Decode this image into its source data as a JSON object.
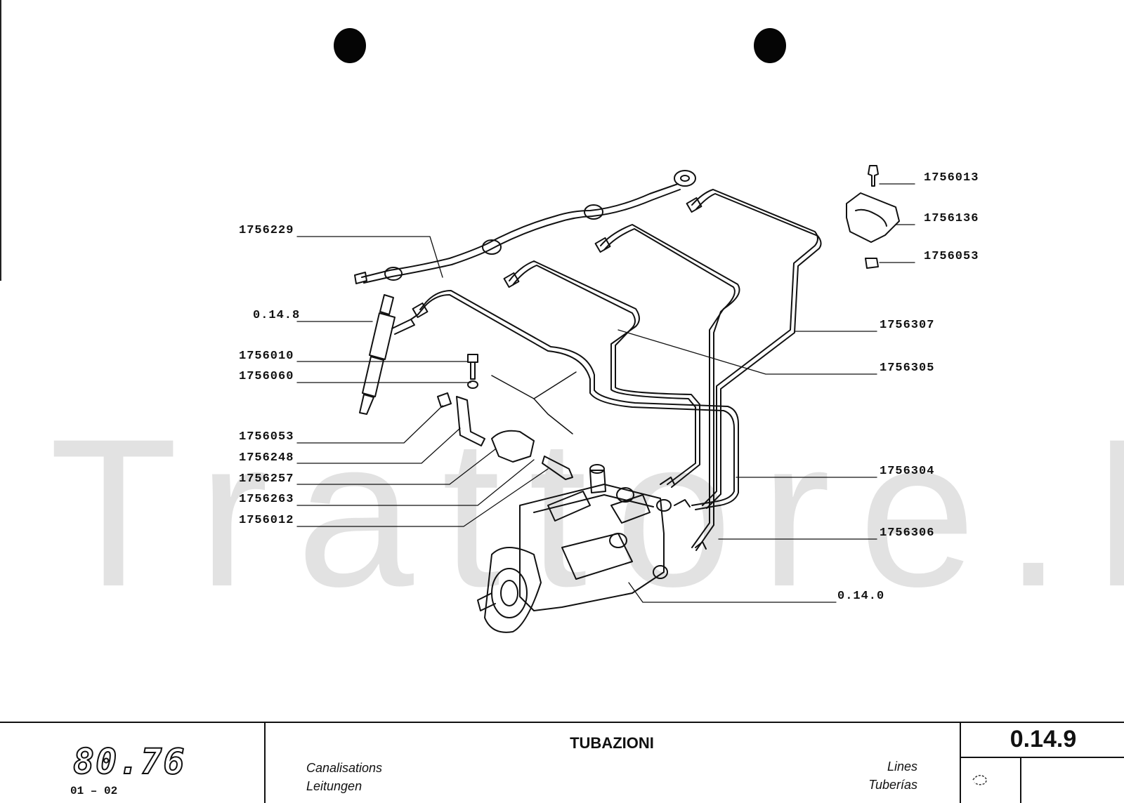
{
  "labels": {
    "l1756229": "1756229",
    "l0148": "0.14.8",
    "l1756010": "1756010",
    "l1756060": "1756060",
    "l1756053a": "1756053",
    "l1756248": "1756248",
    "l1756257": "1756257",
    "l1756263": "1756263",
    "l1756012": "1756012",
    "l1756013": "1756013",
    "l1756136": "1756136",
    "l1756053b": "1756053",
    "l1756307": "1756307",
    "l1756305": "1756305",
    "l1756304": "1756304",
    "l1756306": "1756306",
    "l0140": "0.14.0"
  },
  "watermark": "Trattore.IT",
  "titleblock": {
    "logo": "80.76",
    "range": "01 – 02",
    "title": "TUBAZIONI",
    "fr": "Canalisations",
    "de": "Leitungen",
    "en": "Lines",
    "es": "Tuberías",
    "code": "0.14.9"
  }
}
